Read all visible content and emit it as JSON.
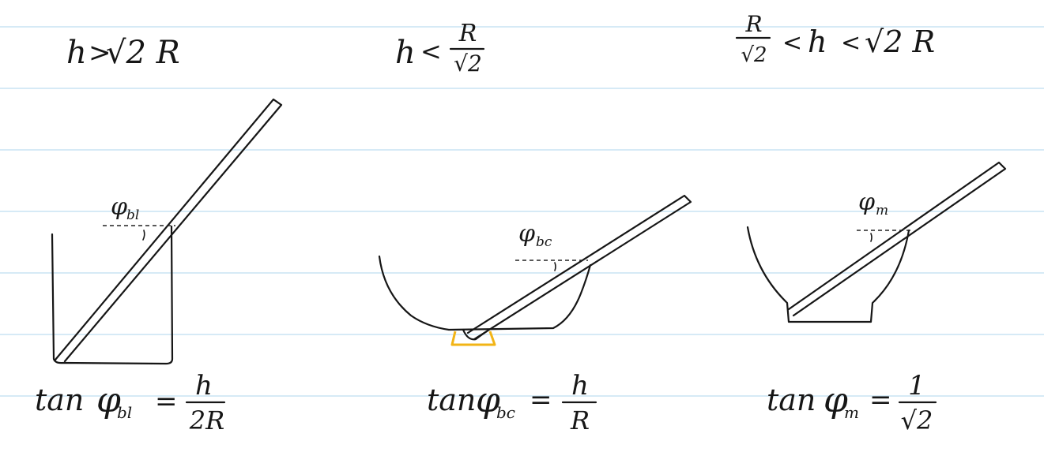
{
  "panels": [
    {
      "condition": {
        "h": "h",
        "rel": ">",
        "rhs": "√2 R"
      },
      "angle": {
        "base": "φ",
        "sub": "bl"
      },
      "formula": {
        "lhs": "tan",
        "phi": "φ",
        "sub": "bl",
        "eq": "=",
        "num": "h",
        "den": "2R"
      }
    },
    {
      "condition": {
        "h": "h",
        "rel": "<",
        "num": "R",
        "den": "√2"
      },
      "angle": {
        "base": "φ",
        "sub": "bc"
      },
      "formula": {
        "lhs": "tan",
        "phi": "φ",
        "sub": "bc",
        "eq": "=",
        "num": "h",
        "den": "R"
      }
    },
    {
      "condition": {
        "num": "R",
        "den": "√2",
        "rel1": "<",
        "h": "h",
        "rel2": "<",
        "rhs": "√2 R"
      },
      "angle": {
        "base": "φ",
        "sub": "m"
      },
      "formula": {
        "lhs": "tan",
        "phi": "φ",
        "sub": "m",
        "eq": "=",
        "num": "1",
        "den": "√2"
      }
    }
  ],
  "colors": {
    "paper": "#ffffff",
    "ruled_line": "#c9e3f3",
    "ink": "#161616",
    "highlight": "#f2b416"
  }
}
